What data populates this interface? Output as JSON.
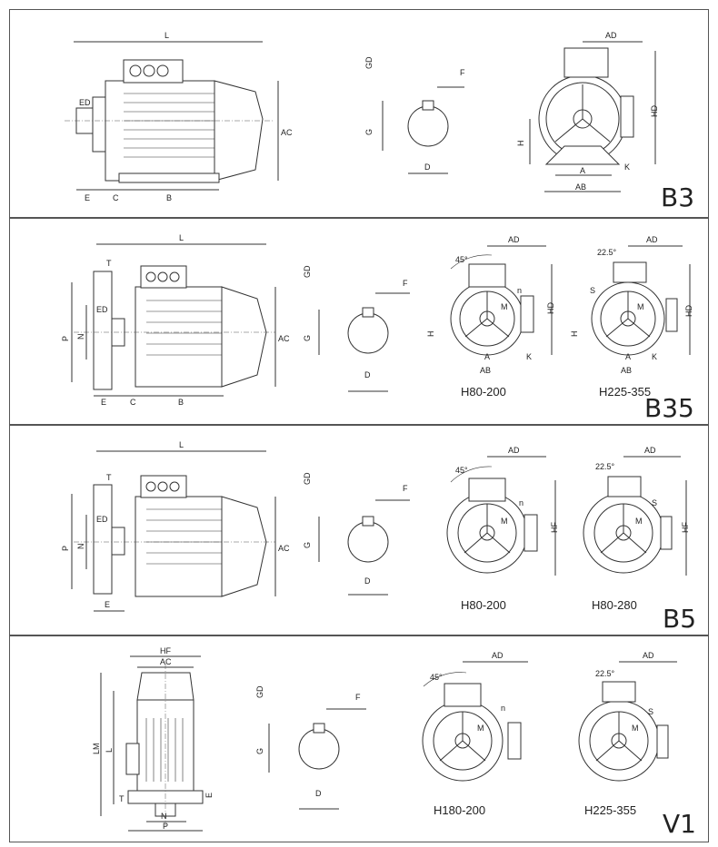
{
  "panels": {
    "b3": {
      "type_label": "B3",
      "side": {
        "L": "L",
        "ED": "ED",
        "AC": "AC",
        "E": "E",
        "C": "C",
        "B": "B"
      },
      "shaft": {
        "GD": "GD",
        "G": "G",
        "F": "F",
        "D": "D"
      },
      "end": {
        "AD": "AD",
        "HD": "HD",
        "H": "H",
        "A": "A",
        "AB": "AB",
        "K": "K"
      }
    },
    "b35": {
      "type_label": "B35",
      "side": {
        "L": "L",
        "T": "T",
        "ED": "ED",
        "P": "P",
        "N": "N",
        "AC": "AC",
        "E": "E",
        "C": "C",
        "B": "B"
      },
      "shaft": {
        "GD": "GD",
        "G": "G",
        "F": "F",
        "D": "D"
      },
      "end1": {
        "angle": "45°",
        "AD": "AD",
        "HD": "HD",
        "H": "H",
        "A": "A",
        "AB": "AB",
        "K": "K",
        "M": "M",
        "n": "n",
        "caption": "H80-200"
      },
      "end2": {
        "angle": "22.5°",
        "AD": "AD",
        "HD": "HD",
        "H": "H",
        "A": "A",
        "AB": "AB",
        "K": "K",
        "S": "S",
        "M": "M",
        "caption": "H225-355"
      }
    },
    "b5": {
      "type_label": "B5",
      "side": {
        "L": "L",
        "T": "T",
        "ED": "ED",
        "P": "P",
        "N": "N",
        "AC": "AC",
        "E": "E"
      },
      "shaft": {
        "GD": "GD",
        "G": "G",
        "F": "F",
        "D": "D"
      },
      "end1": {
        "angle": "45°",
        "AD": "AD",
        "HF": "HF",
        "M": "M",
        "n": "n",
        "caption": "H80-200"
      },
      "end2": {
        "angle": "22.5°",
        "AD": "AD",
        "HF": "HF",
        "S": "S",
        "M": "M",
        "caption": "H80-280"
      }
    },
    "v1": {
      "type_label": "V1",
      "side": {
        "HF": "HF",
        "AC": "AC",
        "LM": "LM",
        "L": "L",
        "T": "T",
        "E": "E",
        "N": "N",
        "P": "P"
      },
      "shaft": {
        "GD": "GD",
        "G": "G",
        "F": "F",
        "D": "D"
      },
      "end1": {
        "angle": "45°",
        "AD": "AD",
        "M": "M",
        "n": "n",
        "caption": "H180-200"
      },
      "end2": {
        "angle": "22.5°",
        "AD": "AD",
        "S": "S",
        "M": "M",
        "caption": "H225-355"
      }
    }
  }
}
